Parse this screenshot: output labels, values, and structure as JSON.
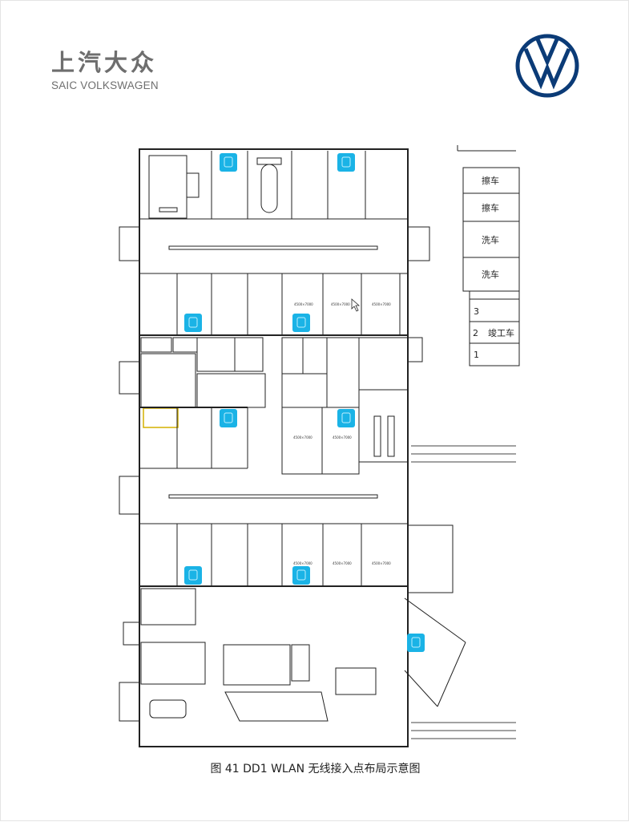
{
  "header": {
    "logo_cn": "上汽大众",
    "logo_en": "SAIC VOLKSWAGEN",
    "brand_mark": "VW"
  },
  "plan": {
    "dimension_label": "4500×7000",
    "right_table": [
      "擦车",
      "擦车",
      "洗车",
      "洗车",
      "3",
      "2",
      "竣工车",
      "1"
    ],
    "ap_color": "#1ab3e6",
    "access_point_count": 9
  },
  "caption": "图 41 DD1 WLAN 无线接入点布局示意图"
}
